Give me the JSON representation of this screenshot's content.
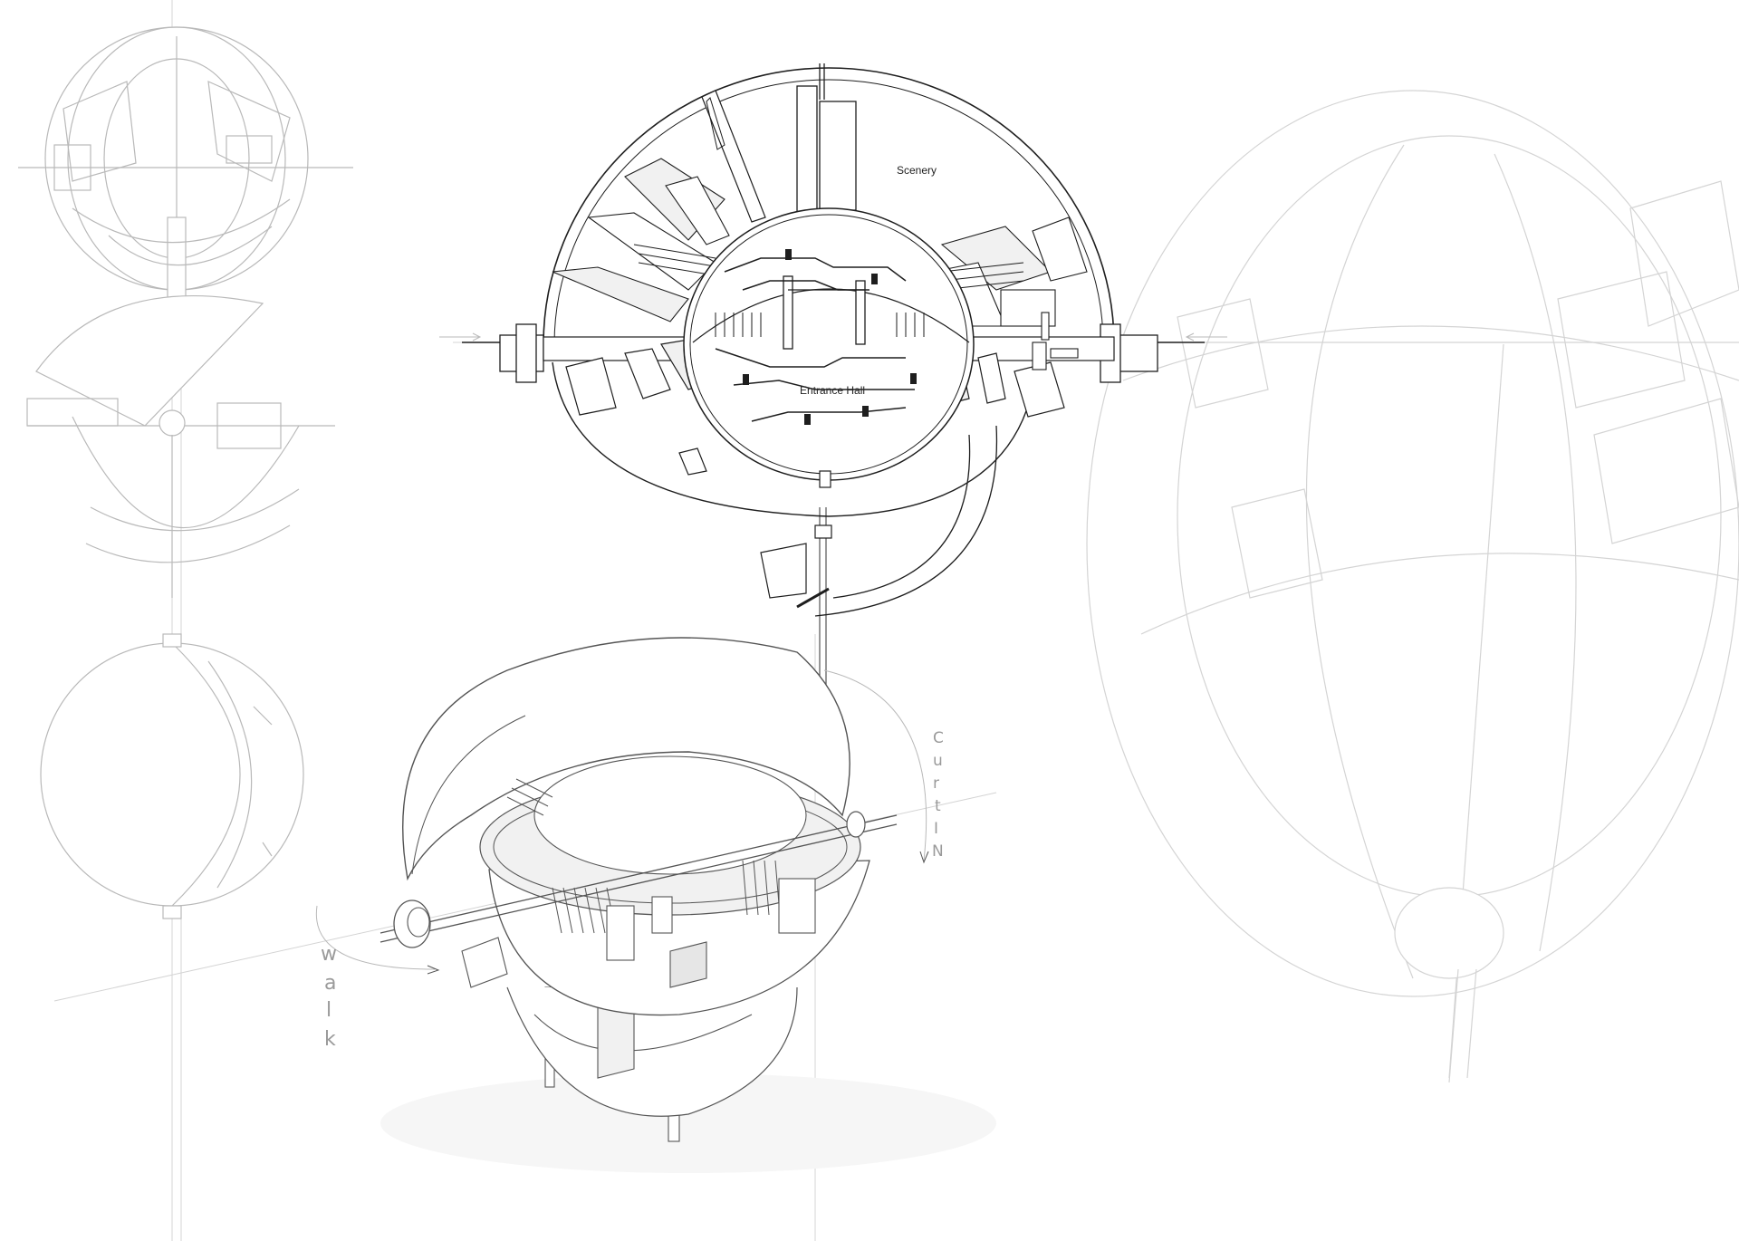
{
  "labels": {
    "scenery": "Scenery",
    "entrance_hall": "Entrance Hall",
    "curtin": "CurtIN",
    "walk": "walk"
  },
  "colors": {
    "ink": "#1e1e1e",
    "soft_line": "#b9b9b9",
    "faint_line": "#d4d4d4",
    "label_light": "#9a9a9a",
    "background": "#ffffff"
  }
}
